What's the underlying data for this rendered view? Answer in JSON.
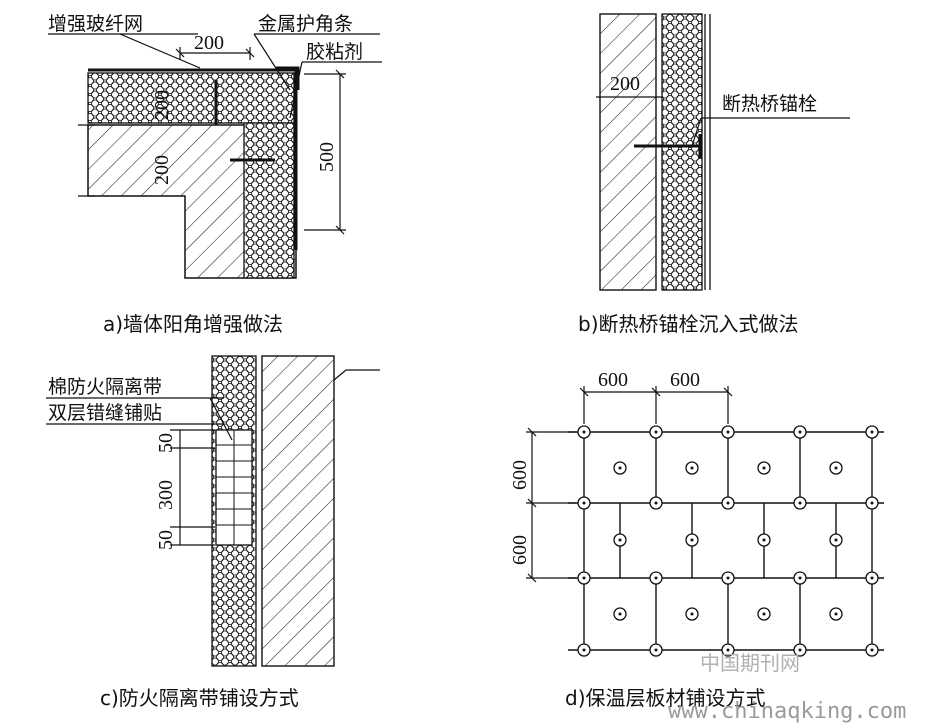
{
  "panel_a": {
    "labels": {
      "mesh": "增强玻纤网",
      "corner_strip": "金属护角条",
      "adhesive": "胶粘剂"
    },
    "dims": {
      "top": "200",
      "left_a": "200",
      "left_b": "200",
      "height": "500"
    },
    "caption": "a)墙体阳角增强做法"
  },
  "panel_b": {
    "labels": {
      "anchor": "断热桥锚栓"
    },
    "dims": {
      "depth": "200"
    },
    "caption": "b)断热桥锚栓沉入式做法"
  },
  "panel_c": {
    "labels": {
      "line1": "棉防火隔离带",
      "line2": "双层错缝铺贴"
    },
    "dims": {
      "a": "50",
      "b": "300",
      "c": "50"
    },
    "caption": "c)防火隔离带铺设方式"
  },
  "panel_d": {
    "dims": {
      "h1": "600",
      "h2": "600",
      "v1": "600",
      "v2": "600"
    },
    "caption": "d)保温层板材铺设方式"
  },
  "watermark": {
    "cn": "中国期刊网",
    "url": "www.chinaqking.com"
  }
}
